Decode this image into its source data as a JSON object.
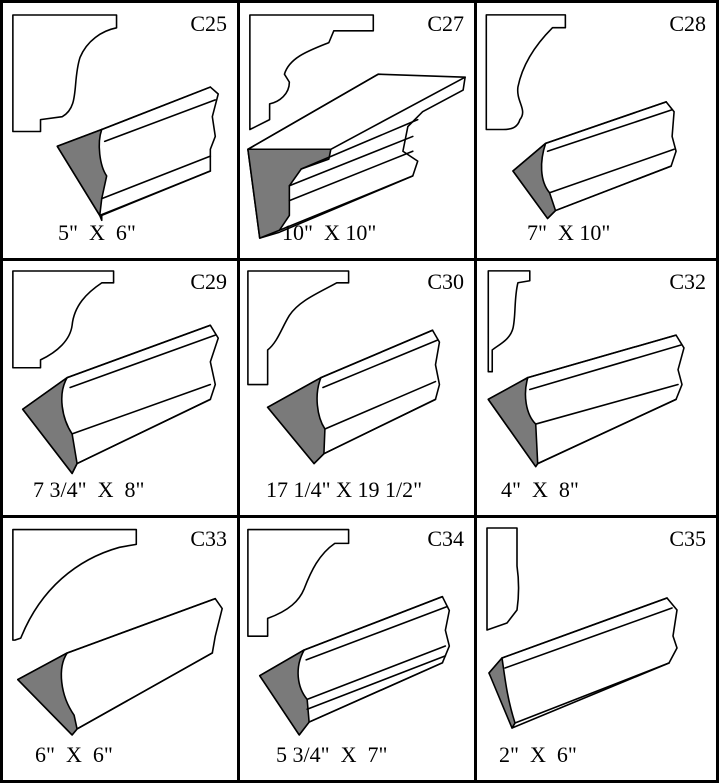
{
  "catalog": {
    "items": [
      {
        "code": "C25",
        "dims": "5\"  X  6\""
      },
      {
        "code": "C27",
        "dims": "10\"  X 10\""
      },
      {
        "code": "C28",
        "dims": "7\"  X 10\""
      },
      {
        "code": "C29",
        "dims": "7 3/4\"  X  8\""
      },
      {
        "code": "C30",
        "dims": "17 1/4\" X 19 1/2\""
      },
      {
        "code": "C32",
        "dims": "4\"  X  8\""
      },
      {
        "code": "C33",
        "dims": "6\"  X  6\""
      },
      {
        "code": "C34",
        "dims": "5 3/4\"  X  7\""
      },
      {
        "code": "C35",
        "dims": "2\"  X  6\""
      }
    ]
  },
  "colors": {
    "profile_fill": "#7a7a7a",
    "line": "#000000",
    "background": "#ffffff"
  }
}
